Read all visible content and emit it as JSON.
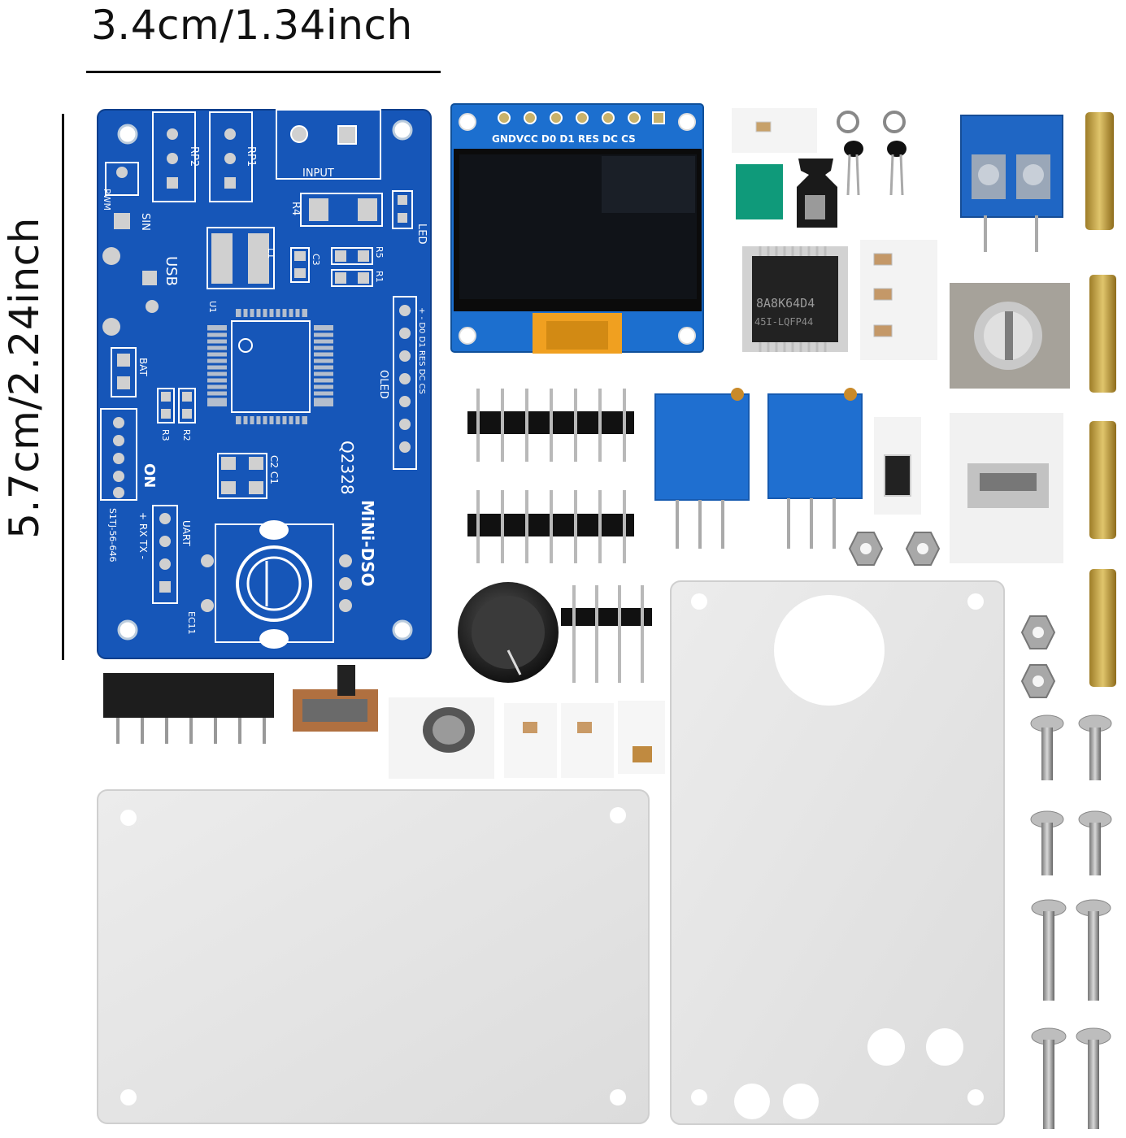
{
  "dimensions": {
    "width_label": "3.4cm/1.34inch",
    "height_label": "5.7cm/2.24inch"
  },
  "pcb": {
    "silkscreen": {
      "input": "INPUT",
      "rp1": "RP1",
      "rp2": "RP2",
      "r4": "R4",
      "pwm": "PWM",
      "sin": "SIN",
      "usb": "USB",
      "led": "LED",
      "r5": "R5",
      "r1": "R1",
      "c3": "C3",
      "l1": "L1",
      "u1": "U1",
      "bat": "BAT",
      "r3": "R3",
      "r2": "R2",
      "oled": "OLED",
      "oled_pins": "+  -  D0  D1  RES  DC  CS",
      "on": "ON",
      "c2c1": "C2 C1",
      "q2328": "Q2328",
      "uart": "UART",
      "uart_pins": "+ RX TX -",
      "sku": "S1TJ-56-646",
      "ec11": "EC11",
      "board_name": "MiNi-DSO"
    }
  },
  "oled_module": {
    "pin_labels": "GNDVCC D0  D1  RES DC  CS"
  },
  "mcu_chip": {
    "marking_line1": "8A8K64D4",
    "marking_line2": "45I-LQFP44"
  },
  "colors": {
    "pcb_blue": "#1656b8",
    "acrylic": "#e6e6e6",
    "trimmer_blue": "#1f6fd0",
    "terminal_blue": "#1f66c4",
    "brass": "#c9a94a"
  }
}
